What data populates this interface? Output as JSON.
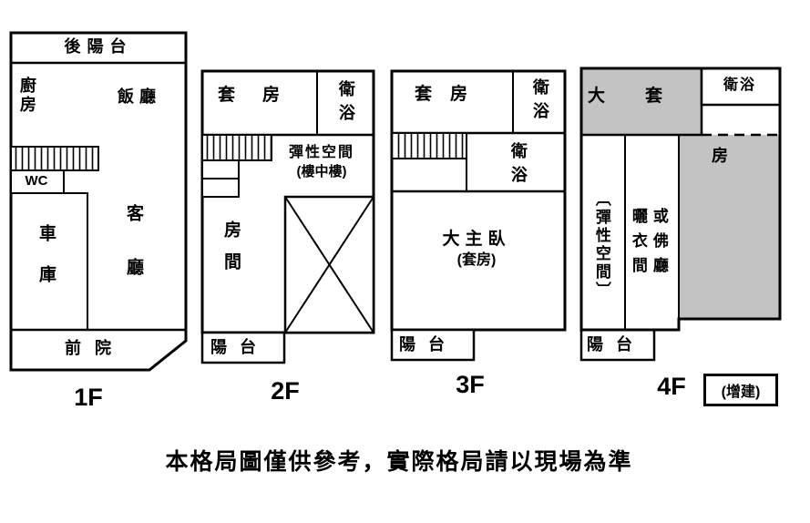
{
  "colors": {
    "annex_fill": "#c3c3c3",
    "line": "#000000"
  },
  "floors": {
    "f1": {
      "label": "1F",
      "back_balcony": "後陽台",
      "kitchen": "廚房",
      "dining": "飯廳",
      "wc": "WC",
      "garage": "車庫",
      "living": "客廳",
      "front_yard": "前院"
    },
    "f2": {
      "label": "2F",
      "suite": "套房",
      "bath": "衛浴",
      "flex_space": "彈性空間",
      "flex_space_sub": "(樓中樓)",
      "room": "房間",
      "balcony": "陽台"
    },
    "f3": {
      "label": "3F",
      "suite": "套房",
      "bath_top": "衛浴",
      "bath_mid": "衛浴",
      "master": "大主臥",
      "master_sub": "(套房)",
      "balcony": "陽台"
    },
    "f4": {
      "label": "4F",
      "annex_badge": "(增建)",
      "big_suite": "大套",
      "bath": "衛浴",
      "room": "房",
      "flex_space": "〔彈性空間〕",
      "drying_room": "曬衣間",
      "buddha_hall": "或佛廳",
      "balcony": "陽台"
    }
  },
  "disclaimer": "本格局圖僅供參考，實際格局請以現場為準"
}
